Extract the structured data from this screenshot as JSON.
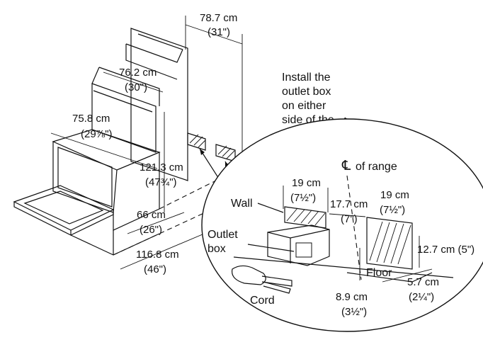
{
  "range_dimensions": {
    "depth_with_door": {
      "metric": "78.7 cm",
      "imperial": "(31\")"
    },
    "cooktop_height": {
      "metric": "76.2 cm",
      "imperial": "(30\")"
    },
    "counter_height": {
      "metric": "75.8 cm",
      "imperial": "(29⅞\")"
    },
    "overall_height": {
      "metric": "121.3 cm",
      "imperial": "(47¾\")"
    },
    "width": {
      "metric": "66 cm",
      "imperial": "(26\")"
    },
    "depth_open_door": {
      "metric": "116.8 cm",
      "imperial": "(46\")"
    }
  },
  "instruction": {
    "line1": "Install the",
    "line2": "outlet box",
    "line3": "on either",
    "line4": "side of the",
    "centerline_symbol": "℄"
  },
  "detail": {
    "centerline_label": "of range",
    "centerline_symbol": "℄",
    "wall_label": "Wall",
    "outlet_label_line1": "Outlet",
    "outlet_label_line2": "box",
    "floor_label": "Floor",
    "cord_label": "Cord",
    "dimensions": {
      "outlet_width_left": {
        "metric": "19 cm",
        "imperial": "(7½\")"
      },
      "offset_from_center": {
        "metric": "17.7 cm",
        "imperial": "(7\")"
      },
      "outlet_width_right": {
        "metric": "19 cm",
        "imperial": "(7½\")"
      },
      "outlet_height": {
        "text": "12.7 cm (5\")"
      },
      "floor_to_outlet": {
        "metric": "8.9 cm",
        "imperial": "(3½\")"
      },
      "wall_offset": {
        "metric": "5.7 cm",
        "imperial": "(2¼\")"
      }
    }
  }
}
